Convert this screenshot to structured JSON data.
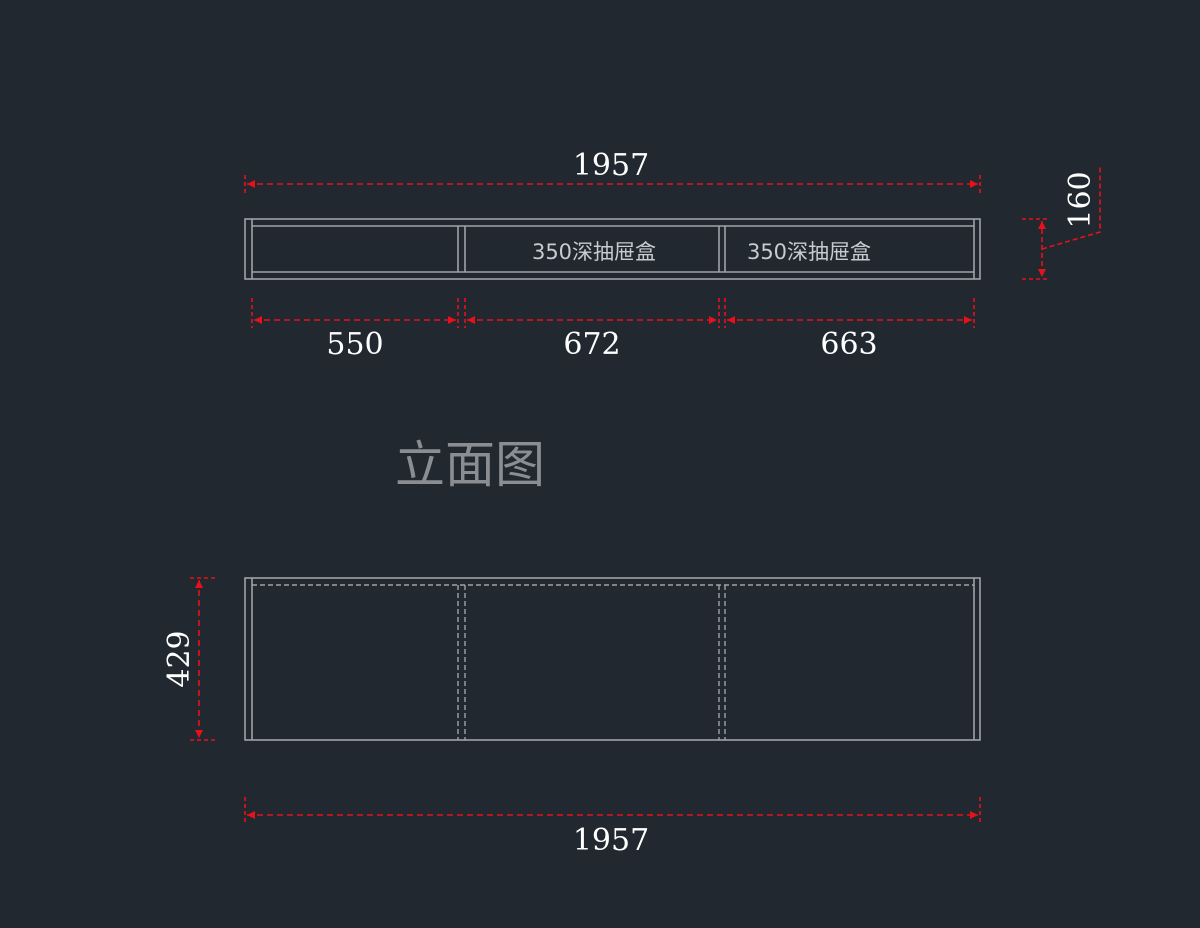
{
  "colors": {
    "background": "#212830",
    "outline": "#9ea3a8",
    "dimension": "#e8111b",
    "dimension_text": "#ffffff",
    "title": "#8a8d91"
  },
  "plan": {
    "overall_width": "1957",
    "depth": "160",
    "segments": [
      "550",
      "672",
      "663"
    ],
    "drawer_labels": [
      "350深抽屉盒",
      "350深抽屉盒"
    ]
  },
  "title": "立面图",
  "elevation": {
    "height": "429",
    "overall_width": "1957"
  }
}
